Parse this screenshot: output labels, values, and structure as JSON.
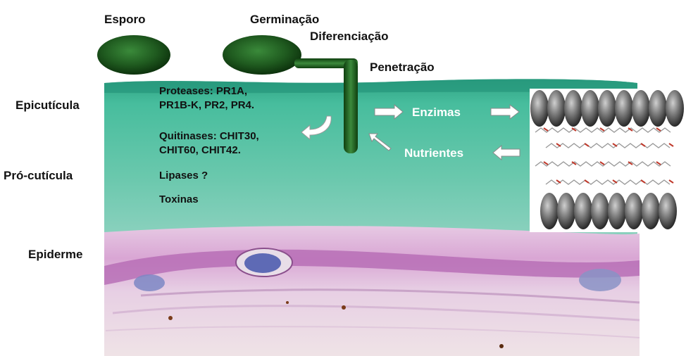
{
  "stages": {
    "spore": "Esporo",
    "germination": "Germinação",
    "differentiation": "Diferenciação",
    "penetration": "Penetração"
  },
  "layers": {
    "epicuticle": "Epicutícula",
    "procuticle": "Pró-cutícula",
    "epidermis": "Epiderme"
  },
  "secreted": {
    "proteases_line1": "Proteases: PR1A,",
    "proteases_line2": "PR1B-K, PR2, PR4.",
    "chitinases_line1": "Quitinases: CHIT30,",
    "chitinases_line2": "CHIT60, CHIT42.",
    "lipases": "Lipases ?",
    "toxins": "Toxinas"
  },
  "flows": {
    "enzymes": "Enzimas",
    "nutrients": "Nutrientes"
  },
  "colors": {
    "fungus_green": "#1f5a1f",
    "cuticle_teal": "#4bbfa0",
    "epidermis_pink": "#c98fc4",
    "nucleus_blue": "#6a72b8"
  }
}
